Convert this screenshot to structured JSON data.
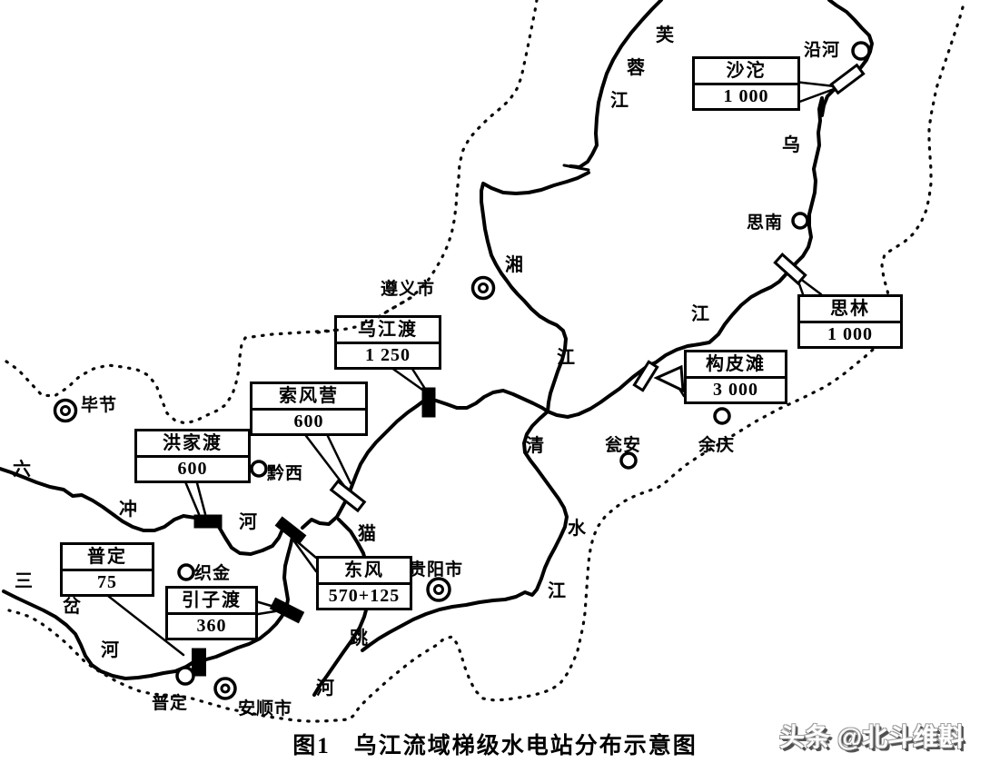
{
  "caption": {
    "figure": "图1",
    "title": "乌江流域梯级水电站分布示意图"
  },
  "watermark": "头条 @北斗维斟",
  "colors": {
    "ink": "#000000",
    "background": "#ffffff"
  },
  "stations": [
    {
      "id": "shatuo",
      "name": "沙沱",
      "capacity": "1 000"
    },
    {
      "id": "silin",
      "name": "思林",
      "capacity": "1 000"
    },
    {
      "id": "goupitan",
      "name": "构皮滩",
      "capacity": "3 000"
    },
    {
      "id": "wujiangdu",
      "name": "乌江渡",
      "capacity": "1 250"
    },
    {
      "id": "suofengying",
      "name": "索风营",
      "capacity": "600"
    },
    {
      "id": "hongjiadu",
      "name": "洪家渡",
      "capacity": "600"
    },
    {
      "id": "dongfeng",
      "name": "东风",
      "capacity": "570+125"
    },
    {
      "id": "puding",
      "name": "普定",
      "capacity": "75"
    },
    {
      "id": "yinzidu",
      "name": "引子渡",
      "capacity": "360"
    }
  ],
  "cities": [
    {
      "name": "沿河",
      "type": "town"
    },
    {
      "name": "思南",
      "type": "town"
    },
    {
      "name": "遵义市",
      "type": "city"
    },
    {
      "name": "毕节",
      "type": "city"
    },
    {
      "name": "黔西",
      "type": "town"
    },
    {
      "name": "瓮安",
      "type": "town"
    },
    {
      "name": "余庆",
      "type": "town"
    },
    {
      "name": "织金",
      "type": "town"
    },
    {
      "name": "贵阳市",
      "type": "city"
    },
    {
      "name": "普定",
      "type": "town"
    },
    {
      "name": "安顺市",
      "type": "city"
    }
  ],
  "river_labels": [
    {
      "river": "furong-jiang",
      "ch": "芙"
    },
    {
      "river": "furong-jiang",
      "ch": "蓉"
    },
    {
      "river": "furong-jiang",
      "ch": "江"
    },
    {
      "river": "wu-jiang",
      "ch": "乌"
    },
    {
      "river": "wu-jiang",
      "ch": "江"
    },
    {
      "river": "xiang-jiang",
      "ch": "湘"
    },
    {
      "river": "xiang-jiang",
      "ch": "江"
    },
    {
      "river": "qingshui-jiang",
      "ch": "清"
    },
    {
      "river": "qingshui-jiang",
      "ch": "水"
    },
    {
      "river": "qingshui-jiang",
      "ch": "江"
    },
    {
      "river": "liuchong-he",
      "ch": "六"
    },
    {
      "river": "liuchong-he",
      "ch": "冲"
    },
    {
      "river": "liuchong-he",
      "ch": "河"
    },
    {
      "river": "sancha-he",
      "ch": "三"
    },
    {
      "river": "sancha-he",
      "ch": "岔"
    },
    {
      "river": "sancha-he",
      "ch": "河"
    },
    {
      "river": "maotiao-he",
      "ch": "猫"
    },
    {
      "river": "maotiao-he",
      "ch": "跳"
    },
    {
      "river": "maotiao-he",
      "ch": "河"
    }
  ]
}
